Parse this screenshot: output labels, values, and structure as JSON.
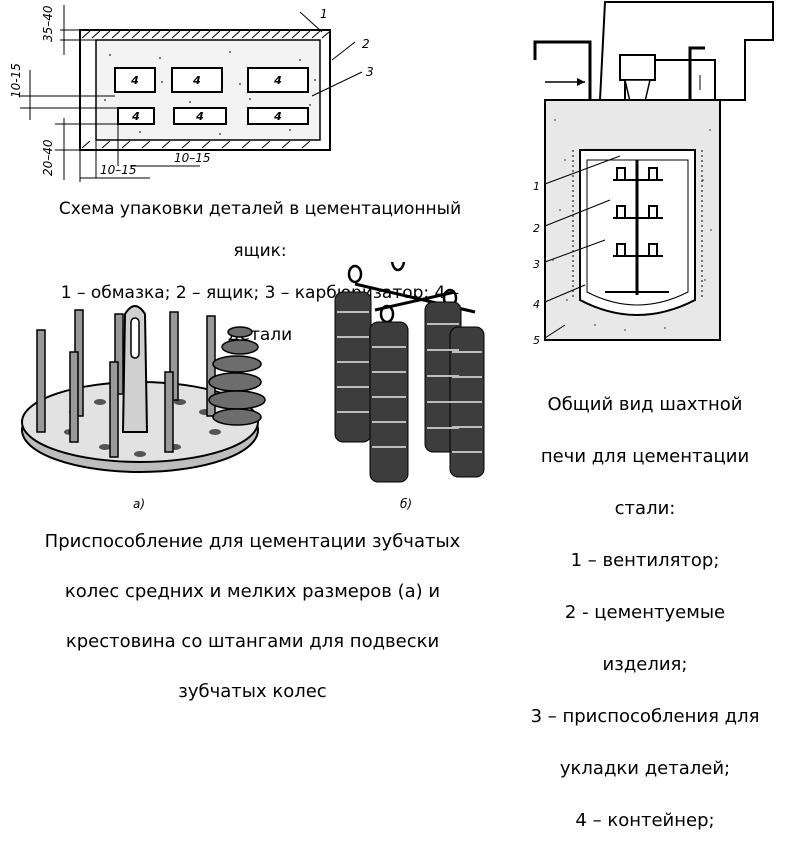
{
  "box_scheme": {
    "caption_lines": [
      "Схема упаковки деталей в цементационный",
      "ящик:",
      "1 – обмазка; 2 – ящик; 3 – карбюризатор;  4 –",
      "детали"
    ],
    "dims": {
      "top": "35–40",
      "left_middle": "10-15",
      "left_bottom": "20–40",
      "bottom1": "10–15",
      "bottom2": "10–15"
    },
    "callouts": [
      "1",
      "2",
      "3"
    ],
    "part_label": "4"
  },
  "furnace": {
    "caption_lines": [
      "Общий вид шахтной",
      "печи для цементации",
      "стали:",
      "1 – вентилятор;",
      "2 - цементуемые",
      "изделия;",
      "3 – приспособления для",
      "укладки деталей;",
      "4 – контейнер;"
    ],
    "callouts": [
      "1",
      "2",
      "3",
      "4",
      "5"
    ]
  },
  "fixture": {
    "caption_lines": [
      "Приспособление для цементации зубчатых",
      "колес средних и мелких размеров (а) и",
      "крестовина со штангами для подвески",
      "зубчатых колес"
    ],
    "sub_labels": [
      "а)",
      "б)"
    ]
  }
}
